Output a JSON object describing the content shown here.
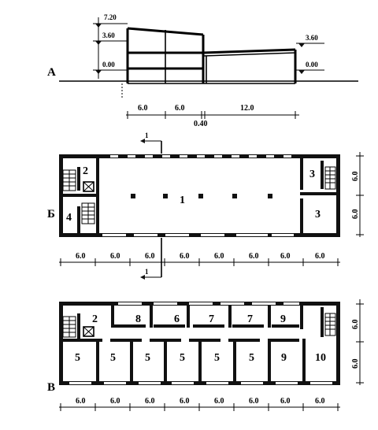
{
  "sections": {
    "a": "А",
    "b": "Б",
    "v": "В"
  },
  "elevation": {
    "left_levels": [
      "7.20",
      "3.60",
      "0.00"
    ],
    "right_levels": [
      "3.60",
      "0.00"
    ],
    "dims": [
      "6.0",
      "6.0",
      "12.0"
    ],
    "gap_dim": "0.40"
  },
  "plan_b": {
    "cut_mark": "1",
    "bottom_dims": [
      "6.0",
      "6.0",
      "6.0",
      "6.0",
      "6.0",
      "6.0",
      "6.0",
      "6.0"
    ],
    "side_dims": [
      "6.0",
      "6.0"
    ],
    "rooms": {
      "hall": "1",
      "left_top": "2",
      "left_bottom": "4",
      "right_top": "3",
      "right_bottom": "3"
    }
  },
  "plan_v": {
    "bottom_dims": [
      "6.0",
      "6.0",
      "6.0",
      "6.0",
      "6.0",
      "6.0",
      "6.0",
      "6.0"
    ],
    "side_dims": [
      "6.0",
      "6.0"
    ],
    "rooms_top": [
      "2",
      "8",
      "6",
      "7",
      "7",
      "9"
    ],
    "rooms_bottom": [
      "5",
      "5",
      "5",
      "5",
      "5",
      "5",
      "9",
      "10"
    ]
  }
}
